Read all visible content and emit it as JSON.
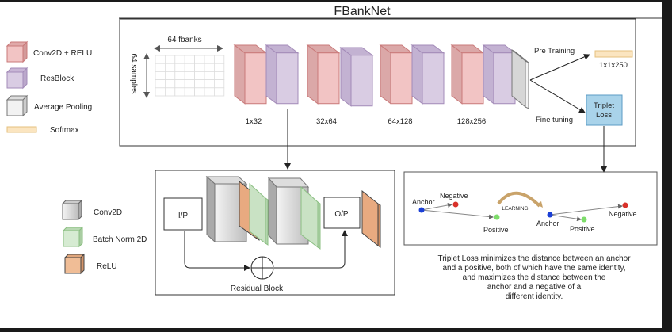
{
  "title": "FBankNet",
  "legend_main": [
    {
      "label": "Conv2D + RELU",
      "icon": "conv-relu-cube-icon",
      "color": "#f2c4c4"
    },
    {
      "label": "ResBlock",
      "icon": "resblock-cube-icon",
      "color": "#d9cce3"
    },
    {
      "label": "Average Pooling",
      "icon": "avgpool-cube-icon",
      "color": "#eeeeee"
    },
    {
      "label": "Softmax",
      "icon": "softmax-bar-icon",
      "color": "#fbe5c0"
    }
  ],
  "input": {
    "fbanks_label": "64 fbanks",
    "samples_label": "64 samples"
  },
  "stages": [
    "1x32",
    "32x64",
    "64x128",
    "128x256"
  ],
  "branches": {
    "pre_training": "Pre Training",
    "fine_tuning": "Fine tuning",
    "softmax_output": "1x1x250",
    "triplet_loss": "Triplet\nLoss",
    "triplet_line1": "Triplet",
    "triplet_line2": "Loss"
  },
  "legend_residual": [
    {
      "label": "Conv2D",
      "icon": "conv2d-cube-icon"
    },
    {
      "label": "Batch Norm 2D",
      "icon": "batchnorm-cube-icon"
    },
    {
      "label": "ReLU",
      "icon": "relu-cube-icon"
    }
  ],
  "residual_block": {
    "input": "I/P",
    "output": "O/P",
    "caption": "Residual Block"
  },
  "triplet_panel": {
    "before": {
      "anchor": "Anchor",
      "negative": "Negative",
      "positive": "Positive"
    },
    "learning": "LEARNING",
    "after": {
      "anchor": "Anchor",
      "negative": "Negative",
      "positive": "Positive"
    }
  },
  "description": [
    "Triplet Loss minimizes the distance between an anchor",
    "and a positive, both of which have the same identity,",
    "and maximizes the distance between the",
    "anchor and a negative of a",
    "different identity."
  ],
  "colors": {
    "conv": "#f2c4c4",
    "conv_edge": "#c97a7a",
    "res": "#d9cce3",
    "res_edge": "#a38bb8",
    "pool": "#dedede",
    "softmax": "#fbe5c0",
    "triplet_box": "#a9d3ea",
    "relu": "#e8aa80",
    "bn": "#c9e2c4",
    "anchor": "#1a3fd6",
    "negative": "#d9312a",
    "positive": "#7ddc6a"
  }
}
